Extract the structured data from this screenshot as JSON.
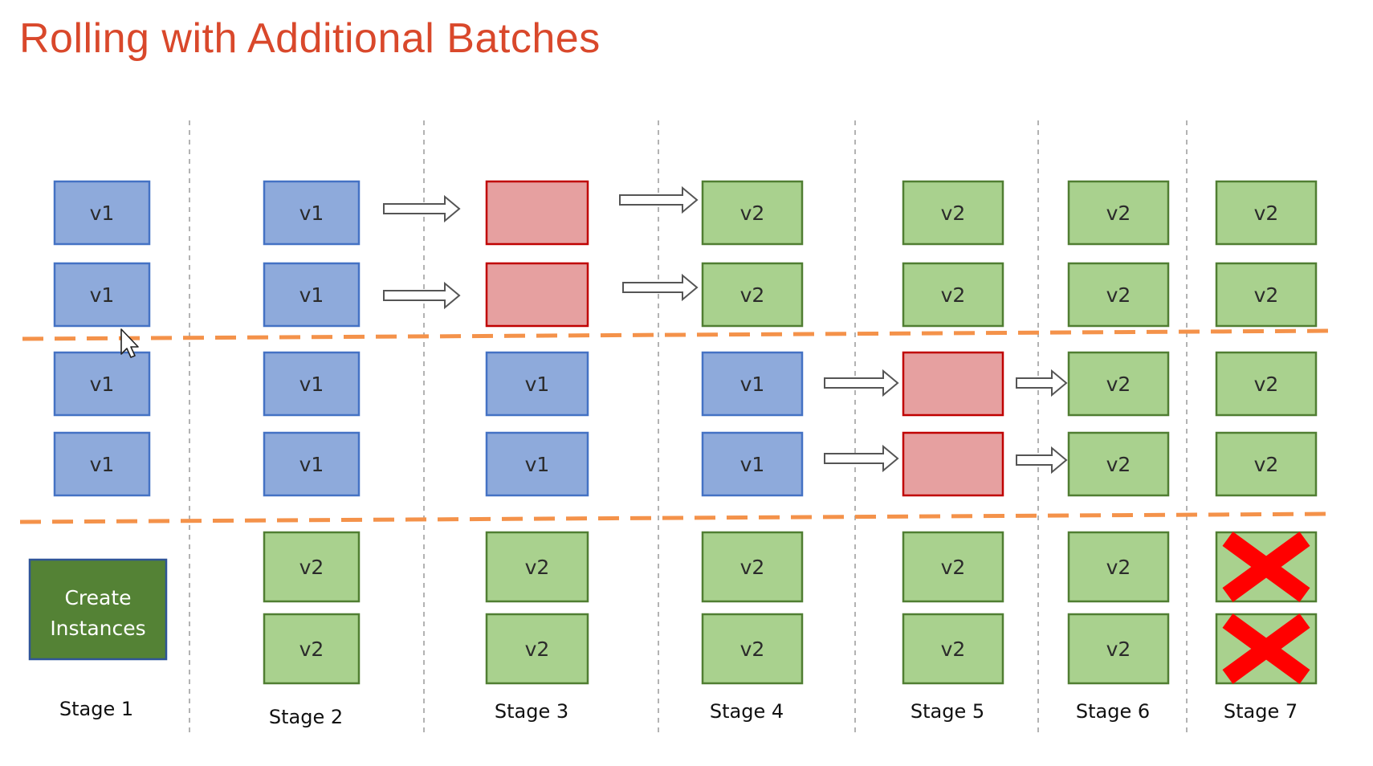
{
  "title": "Rolling with Additional Batches",
  "colors": {
    "title": "#d9482b",
    "v1_fill": "#8eaadb",
    "v1_stroke": "#4472c4",
    "v2_fill": "#a9d18e",
    "v2_stroke": "#507e32",
    "updating_fill": "#e6a0a0",
    "updating_stroke": "#c00000",
    "create_fill": "#548235",
    "create_stroke": "#2f5597",
    "batch_divider": "#f4924a",
    "terminated_icon": "#ff0000"
  },
  "icons": [
    "arrow-right-outline-icon",
    "x-mark-icon",
    "cursor-icon"
  ],
  "create_instances_label": "Create Instances",
  "stages": [
    {
      "label": "Stage 1",
      "instances": [
        {
          "state": "v1",
          "label": "v1"
        },
        {
          "state": "v1",
          "label": "v1"
        },
        {
          "state": "v1",
          "label": "v1"
        },
        {
          "state": "v1",
          "label": "v1"
        },
        {
          "state": "create",
          "label": "Create Instances"
        }
      ]
    },
    {
      "label": "Stage 2",
      "instances": [
        {
          "state": "v1",
          "label": "v1"
        },
        {
          "state": "v1",
          "label": "v1"
        },
        {
          "state": "v1",
          "label": "v1"
        },
        {
          "state": "v1",
          "label": "v1"
        },
        {
          "state": "v2",
          "label": "v2"
        },
        {
          "state": "v2",
          "label": "v2"
        }
      ]
    },
    {
      "label": "Stage 3",
      "instances": [
        {
          "state": "updating",
          "label": ""
        },
        {
          "state": "updating",
          "label": ""
        },
        {
          "state": "v1",
          "label": "v1"
        },
        {
          "state": "v1",
          "label": "v1"
        },
        {
          "state": "v2",
          "label": "v2"
        },
        {
          "state": "v2",
          "label": "v2"
        }
      ]
    },
    {
      "label": "Stage 4",
      "instances": [
        {
          "state": "v2",
          "label": "v2"
        },
        {
          "state": "v2",
          "label": "v2"
        },
        {
          "state": "v1",
          "label": "v1"
        },
        {
          "state": "v1",
          "label": "v1"
        },
        {
          "state": "v2",
          "label": "v2"
        },
        {
          "state": "v2",
          "label": "v2"
        }
      ]
    },
    {
      "label": "Stage 5",
      "instances": [
        {
          "state": "v2",
          "label": "v2"
        },
        {
          "state": "v2",
          "label": "v2"
        },
        {
          "state": "updating",
          "label": ""
        },
        {
          "state": "updating",
          "label": ""
        },
        {
          "state": "v2",
          "label": "v2"
        },
        {
          "state": "v2",
          "label": "v2"
        }
      ]
    },
    {
      "label": "Stage 6",
      "instances": [
        {
          "state": "v2",
          "label": "v2"
        },
        {
          "state": "v2",
          "label": "v2"
        },
        {
          "state": "v2",
          "label": "v2"
        },
        {
          "state": "v2",
          "label": "v2"
        },
        {
          "state": "v2",
          "label": "v2"
        },
        {
          "state": "v2",
          "label": "v2"
        }
      ]
    },
    {
      "label": "Stage 7",
      "instances": [
        {
          "state": "v2",
          "label": "v2"
        },
        {
          "state": "v2",
          "label": "v2"
        },
        {
          "state": "v2",
          "label": "v2"
        },
        {
          "state": "v2",
          "label": "v2"
        },
        {
          "state": "terminated",
          "label": ""
        },
        {
          "state": "terminated",
          "label": ""
        }
      ]
    }
  ]
}
